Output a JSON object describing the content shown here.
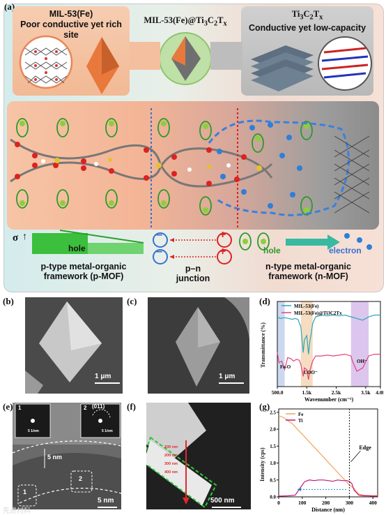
{
  "panel_labels": {
    "a": "(a)",
    "b": "(b)",
    "c": "(c)",
    "d": "(d)",
    "e": "(e)",
    "f": "(f)",
    "g": "(g)"
  },
  "panel_a": {
    "left_title_1": "MIL-53(Fe)",
    "left_title_2": "Poor conductive yet rich site",
    "center_title": "MIL-53(Fe)@Ti",
    "center_title_sub1": "3",
    "center_title_c": "C",
    "center_title_sub2": "2",
    "center_title_t": "T",
    "center_title_sub3": "x",
    "right_title_1": "Ti",
    "right_title_1_sub1": "3",
    "right_title_1_c": "C",
    "right_title_1_sub2": "2",
    "right_title_1_t": "T",
    "right_title_1_sub3": "x",
    "right_title_2": "Conductive yet low-capacity",
    "sigma": "σ",
    "hole_bar": "hole",
    "hole_right": "hole",
    "electron": "electron",
    "left_caption_1": "p-type metal-organic",
    "left_caption_2": "framework (p-MOF)",
    "center_caption_1": "p–n",
    "center_caption_2": "junction",
    "right_caption_1": "n-type metal-organic",
    "right_caption_2": "framework (n-MOF)",
    "minus": "−",
    "plus": "+"
  },
  "panel_b": {
    "scale": "1 μm"
  },
  "panel_c": {
    "scale": "1 μm"
  },
  "panel_e": {
    "scale": "5 nm",
    "thickness": "5 nm",
    "inset1": "1",
    "inset2": "2",
    "inset2_plane": "(011)",
    "inset_scale_1": "5 1/nm",
    "inset_scale_2": "5 1/nm",
    "region1": "1",
    "region2": "2"
  },
  "panel_f": {
    "scale": "500 nm",
    "depths": [
      "100 nm",
      "200 nm",
      "300 nm",
      "400 nm"
    ]
  },
  "watermark": "先进材料",
  "chart_data": [
    {
      "type": "line",
      "panel": "(d)",
      "xlabel": "Wavenumber (cm⁻¹)",
      "ylabel": "Transmittance (%)",
      "xticks": [
        "500.0",
        "1.5k",
        "2.5k",
        "3.5k",
        "4.0k"
      ],
      "xlim": [
        500,
        4000
      ],
      "legend": "top-left",
      "series": [
        {
          "name": "MIL-53(Fe)",
          "color": "#2aa7b8",
          "x": [
            500,
            600,
            750,
            900,
            1000,
            1100,
            1200,
            1300,
            1380,
            1420,
            1500,
            1560,
            1600,
            1650,
            1700,
            1800,
            2000,
            2200,
            2400,
            2600,
            2800,
            3000,
            3200,
            3400,
            3600,
            3800,
            4000
          ],
          "y": [
            82,
            80,
            81,
            80,
            79,
            80,
            79,
            70,
            40,
            55,
            60,
            38,
            52,
            62,
            74,
            82,
            84,
            83,
            84,
            83,
            84,
            82,
            80,
            78,
            82,
            84,
            84
          ]
        },
        {
          "name": "MIL-53(Fe)@Ti3C2Tx",
          "color": "#e0457b",
          "x": [
            500,
            560,
            650,
            750,
            850,
            950,
            1050,
            1150,
            1250,
            1300,
            1380,
            1420,
            1500,
            1560,
            1600,
            1650,
            1700,
            1800,
            2000,
            2200,
            2400,
            2600,
            2800,
            3000,
            3050,
            3200,
            3400,
            3600,
            3800,
            4000
          ],
          "y": [
            40,
            28,
            30,
            20,
            34,
            33,
            30,
            32,
            31,
            26,
            12,
            22,
            20,
            8,
            18,
            24,
            30,
            36,
            36,
            37,
            36,
            37,
            38,
            36,
            30,
            18,
            22,
            36,
            38,
            38
          ]
        }
      ],
      "annotations": [
        "Fe-O",
        "COO⁻",
        "OH⁻"
      ]
    },
    {
      "type": "line",
      "panel": "(g)",
      "xlabel": "Distance (nm)",
      "ylabel": "Intensity (cps)",
      "xticks": [
        "0",
        "100",
        "200",
        "300",
        "400"
      ],
      "yticks": [
        "0.0",
        "0.5",
        "1.0",
        "1.5",
        "2.0",
        "2.5"
      ],
      "xlim": [
        0,
        420
      ],
      "ylim": [
        0,
        2.6
      ],
      "legend": "top-left",
      "edge_label": "Edge",
      "edge_x": 300,
      "series": [
        {
          "name": "Fe",
          "color": "#f0a35a",
          "x": [
            0,
            20,
            40,
            60,
            80,
            100,
            120,
            140,
            160,
            180,
            200,
            220,
            240,
            260,
            280,
            300,
            310,
            320,
            330,
            340,
            360,
            380,
            400,
            420
          ],
          "y": [
            2.4,
            2.35,
            2.25,
            2.15,
            2.0,
            1.85,
            1.7,
            1.55,
            1.4,
            1.25,
            1.1,
            0.95,
            0.8,
            0.65,
            0.5,
            0.35,
            0.3,
            0.25,
            0.15,
            0.08,
            0.05,
            0.04,
            0.04,
            0.04
          ]
        },
        {
          "name": "Ti",
          "color": "#c2187a",
          "x": [
            0,
            40,
            70,
            90,
            110,
            130,
            150,
            170,
            190,
            210,
            230,
            250,
            270,
            290,
            300,
            310,
            320,
            340,
            360,
            380,
            400,
            420
          ],
          "y": [
            0.02,
            0.03,
            0.05,
            0.25,
            0.45,
            0.5,
            0.48,
            0.5,
            0.5,
            0.48,
            0.46,
            0.5,
            0.48,
            0.48,
            0.45,
            0.4,
            0.2,
            0.05,
            0.03,
            0.03,
            0.02,
            0.02
          ]
        }
      ]
    }
  ]
}
